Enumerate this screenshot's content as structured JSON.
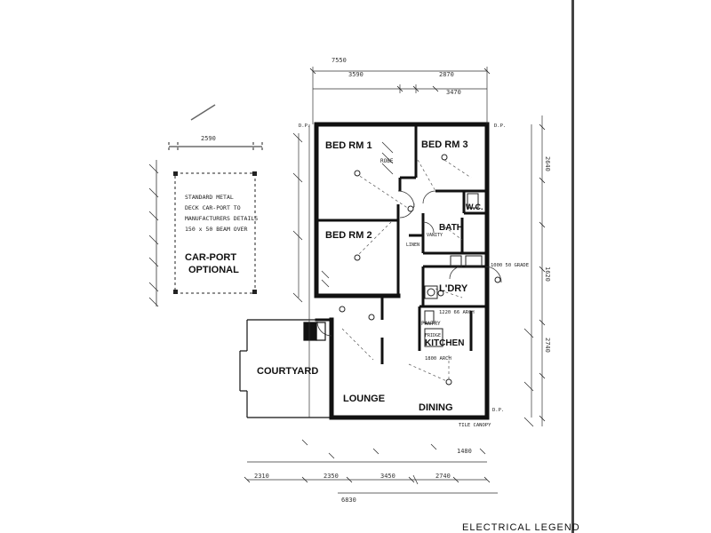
{
  "rooms": {
    "bed1": "BED RM 1",
    "bed2": "BED RM 2",
    "bed3": "BED RM 3",
    "robe": "ROBE",
    "wc": "W.C.",
    "bath": "BATH",
    "linen": "LINEN",
    "vanity": "VANITY",
    "ldry": "L'DRY",
    "pantry": "PANTRY",
    "fridge": "FRIDGE",
    "kitchen": "KITCHEN",
    "lounge": "LOUNGE",
    "dining": "DINING",
    "courtyard": "COURTYARD",
    "carport": "CAR-PORT\nOPTIONAL"
  },
  "notes": {
    "carport_spec": [
      "STANDARD METAL",
      "DECK CAR-PORT TO",
      "MANUFACTURERS DETAILS",
      "150 x 50 BEAM OVER"
    ],
    "arch_kitchen": "1800 ARCH",
    "arch_kitchen_top": "1220 66 ARCH",
    "tile_canopy": "TILE CANOPY",
    "grade": "1000 50 GRADE",
    "dp1": "D.P.",
    "dp2": "D.P.",
    "dp3": "D.P."
  },
  "dimensions": {
    "top_overall": "7550",
    "top_3590": "3590",
    "top_2870": "2870",
    "top_3470": "3470",
    "carport_2590": "2590",
    "bottom_overall": "6830",
    "bottom_2310": "2310",
    "bottom_2350": "2350",
    "bottom_3450": "3450",
    "bottom_2740": "2740",
    "bottom_1480": "1480",
    "right_2640": "2640",
    "right_1620": "1620",
    "right_2740": "2740"
  },
  "footer": {
    "legend_title": "ELECTRICAL  LEGEND"
  }
}
